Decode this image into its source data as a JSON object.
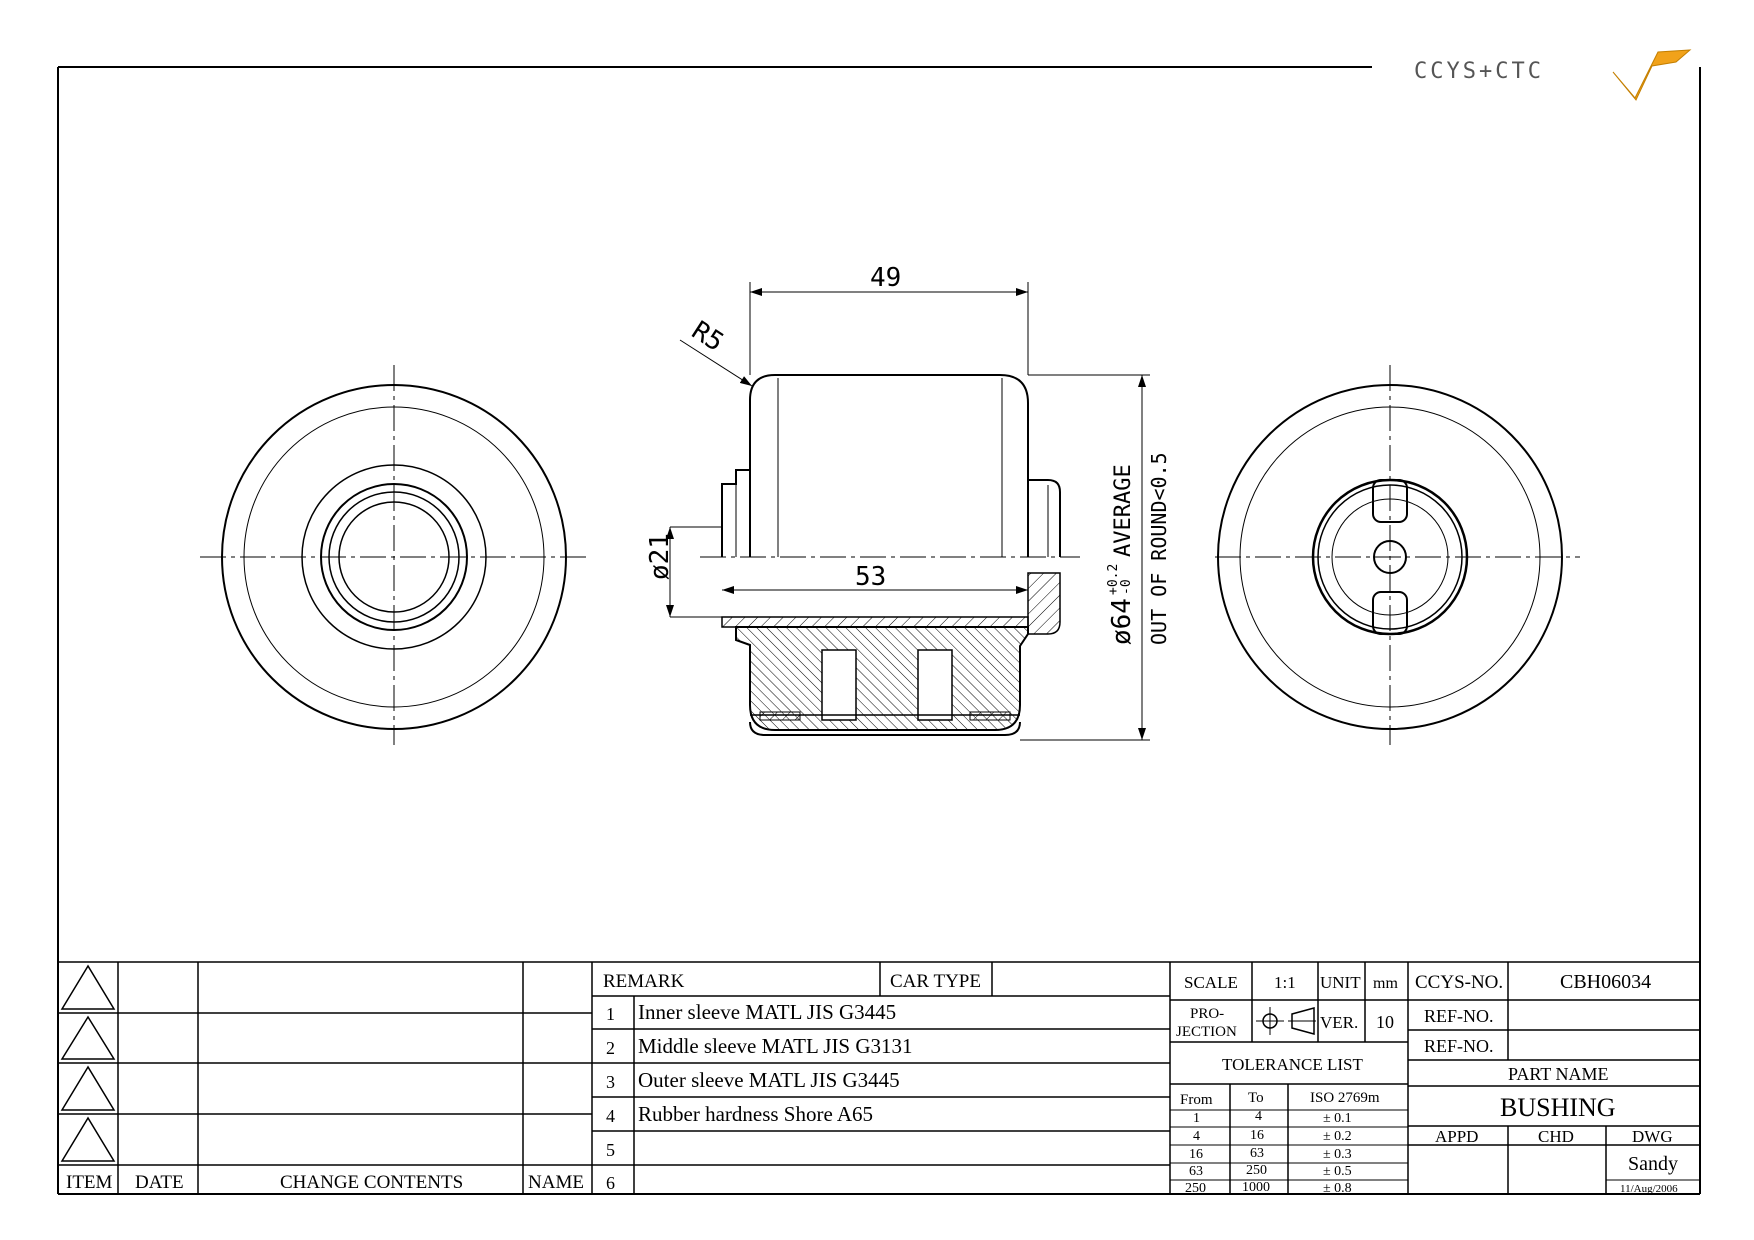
{
  "logo": {
    "text": "CCYS+CTC"
  },
  "dimensions": {
    "length": "49",
    "radius": "R5",
    "inner_length": "53",
    "inner_diameter": "ø21",
    "outer_diameter": "ø64",
    "outer_tol_plus": "+0.2",
    "outer_tol_minus": "-0",
    "outer_note": "AVERAGE",
    "roundness_note": "OUT OF ROUND<0.5"
  },
  "revision_table": {
    "headers": {
      "item": "ITEM",
      "date": "DATE",
      "change": "CHANGE CONTENTS",
      "name": "NAME"
    }
  },
  "remarks": {
    "header": "REMARK",
    "car_type_label": "CAR TYPE",
    "car_type_value": "",
    "items": [
      {
        "no": "1",
        "text": "Inner sleeve MATL JIS G3445"
      },
      {
        "no": "2",
        "text": "Middle sleeve MATL JIS G3131"
      },
      {
        "no": "3",
        "text": "Outer sleeve MATL JIS G3445"
      },
      {
        "no": "4",
        "text": "Rubber hardness Shore A65"
      },
      {
        "no": "5",
        "text": ""
      },
      {
        "no": "6",
        "text": ""
      }
    ]
  },
  "title_block": {
    "scale_label": "SCALE",
    "scale_value": "1:1",
    "unit_label": "UNIT",
    "unit_value": "mm",
    "projection_label_1": "PRO-",
    "projection_label_2": "JECTION",
    "ver_label": "VER.",
    "ver_value": "10",
    "ccys_no_label": "CCYS-NO.",
    "ccys_no_value": "CBH06034",
    "ref_no_label_1": "REF-NO.",
    "ref_no_label_2": "REF-NO.",
    "tolerance_title": "TOLERANCE LIST",
    "tolerance_headers": [
      "From",
      "To",
      "ISO 2769m"
    ],
    "tolerance_rows": [
      [
        "1",
        "4",
        "± 0.1"
      ],
      [
        "4",
        "16",
        "± 0.2"
      ],
      [
        "16",
        "63",
        "± 0.3"
      ],
      [
        "63",
        "250",
        "± 0.5"
      ],
      [
        "250",
        "1000",
        "± 0.8"
      ]
    ],
    "part_name_label": "PART NAME",
    "part_name_value": "BUSHING",
    "appd_label": "APPD",
    "chd_label": "CHD",
    "dwg_label": "DWG",
    "drawn_by": "Sandy",
    "date": "11/Aug/2006"
  }
}
